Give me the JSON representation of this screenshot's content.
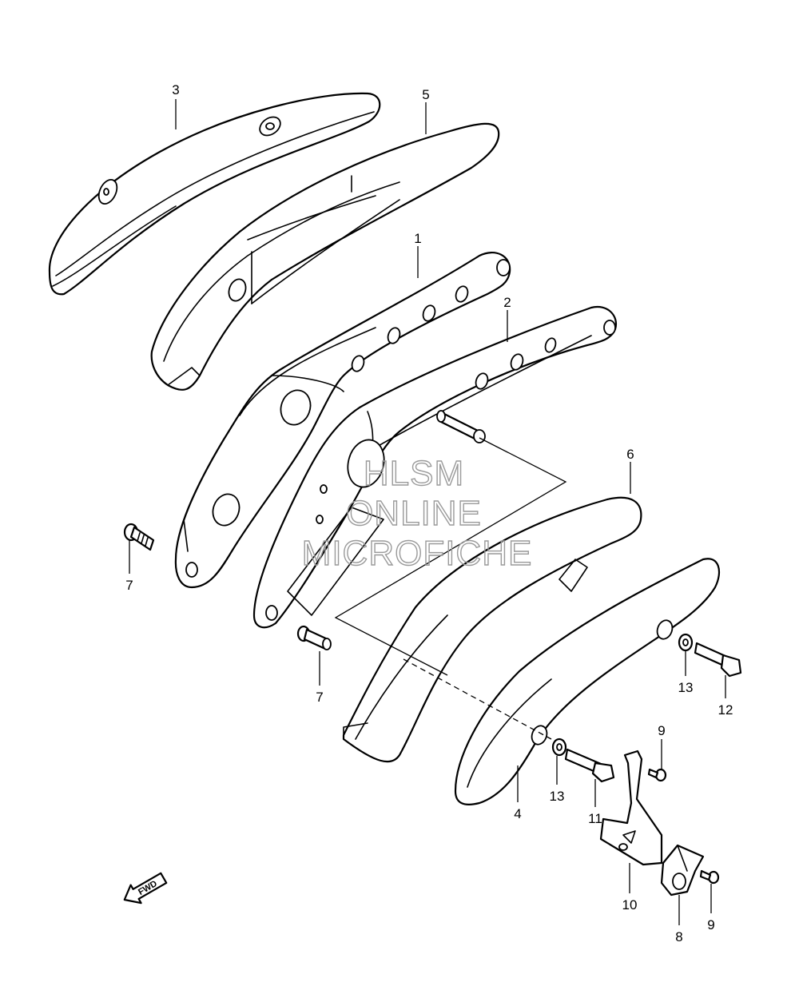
{
  "callouts": [
    {
      "id": "c1",
      "label": "1"
    },
    {
      "id": "c2",
      "label": "2"
    },
    {
      "id": "c3",
      "label": "3"
    },
    {
      "id": "c4",
      "label": "4"
    },
    {
      "id": "c5",
      "label": "5"
    },
    {
      "id": "c6",
      "label": "6"
    },
    {
      "id": "c7a",
      "label": "7"
    },
    {
      "id": "c7b",
      "label": "7"
    },
    {
      "id": "c8",
      "label": "8"
    },
    {
      "id": "c9a",
      "label": "9"
    },
    {
      "id": "c9b",
      "label": "9"
    },
    {
      "id": "c10",
      "label": "10"
    },
    {
      "id": "c11",
      "label": "11"
    },
    {
      "id": "c12",
      "label": "12"
    },
    {
      "id": "c13a",
      "label": "13"
    },
    {
      "id": "c13b",
      "label": "13"
    }
  ],
  "watermark": {
    "line1": "HLSM",
    "line2": "ONLINE",
    "line3": "MICROFICHE",
    "color": "#9a9a9a"
  },
  "direction_marker": {
    "label": "FWD",
    "icon": "arrow-left-icon"
  }
}
